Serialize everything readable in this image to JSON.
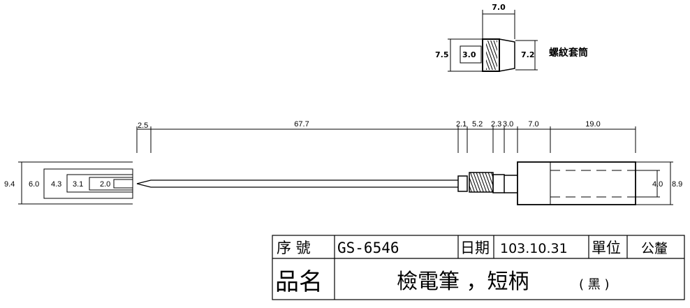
{
  "sleeve": {
    "dims": {
      "width": "7.0",
      "left_h": "7.5",
      "right_h": "7.2",
      "inner": "3.0"
    },
    "label": "螺紋套筒"
  },
  "pen": {
    "top_dims": [
      "2.5",
      "67.7",
      "2.1",
      "5.2",
      "2.3",
      "3.0",
      "7.0",
      "19.0"
    ],
    "left_dims": [
      "9.4",
      "6.0",
      "4.3",
      "3.1",
      "2.0"
    ],
    "right_dims": {
      "inner": "4.0",
      "outer": "8.9"
    }
  },
  "title_block": {
    "no_label": "序 號",
    "no_value": "GS-6546",
    "date_label": "日期",
    "date_value": "103.10.31",
    "unit_label": "單位",
    "unit_value": "公釐",
    "name_label": "品名",
    "name_value": "檢電筆 ，短柄",
    "name_note": "( 黑 )"
  }
}
